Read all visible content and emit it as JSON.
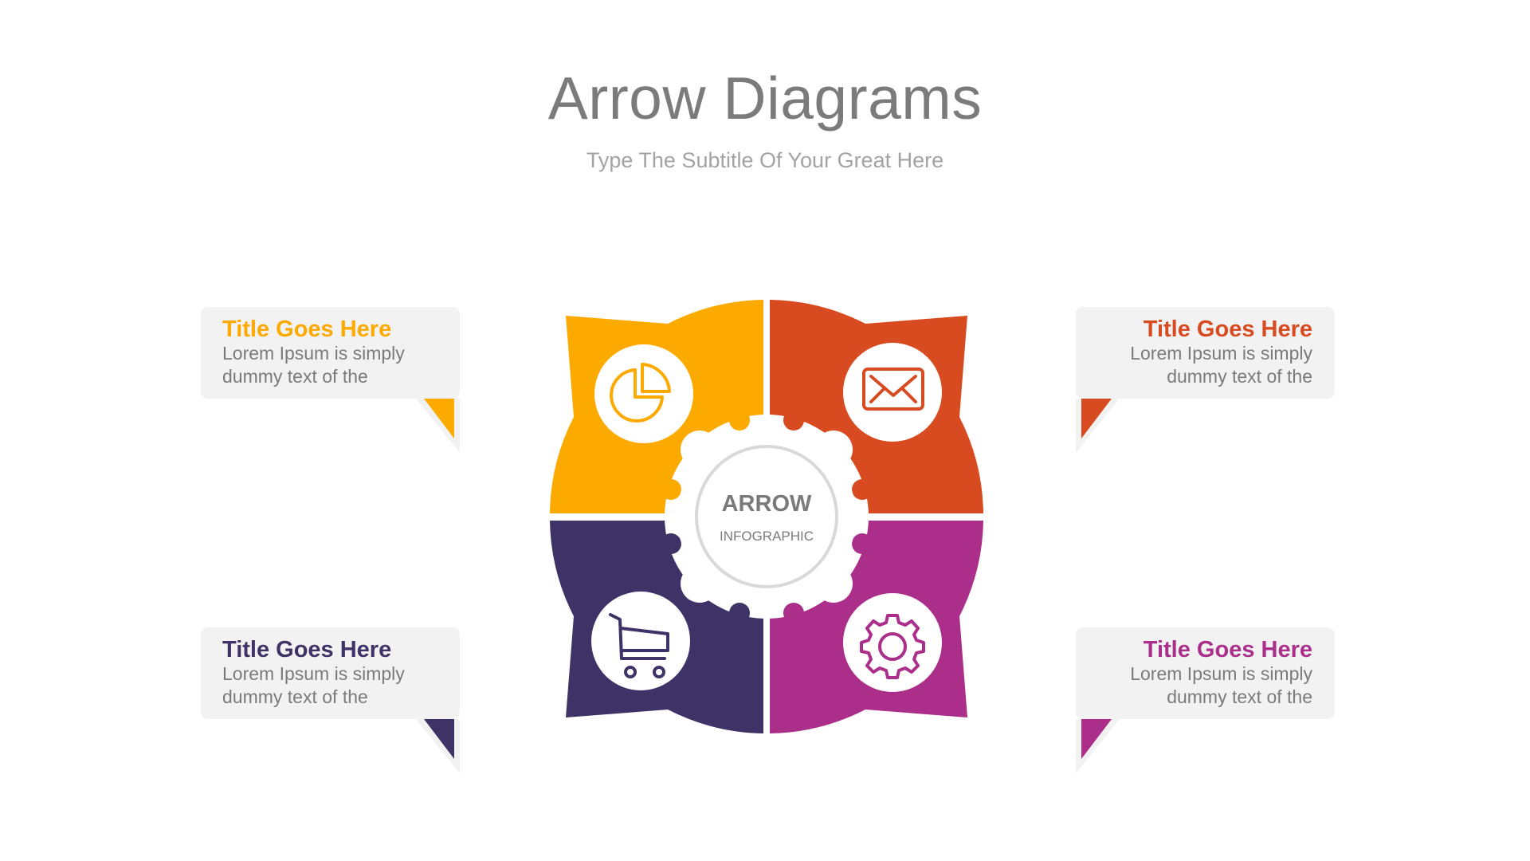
{
  "header": {
    "title": "Arrow Diagrams",
    "subtitle": "Type The Subtitle Of Your Great Here"
  },
  "center": {
    "main_label": "ARROW",
    "sub_label": "INFOGRAPHIC"
  },
  "colors": {
    "orange": "#FCA900",
    "red_orange": "#D84A20",
    "purple": "#3E3266",
    "magenta": "#AA2E8A",
    "callout_bg": "#F2F2F2",
    "text_gray": "#7A7A7A",
    "ring_gray": "#D9D9D9"
  },
  "segments": [
    {
      "position": "top-left",
      "color": "#FCA900",
      "icon": "pie-chart-icon"
    },
    {
      "position": "top-right",
      "color": "#D84A20",
      "icon": "envelope-icon"
    },
    {
      "position": "bottom-left",
      "color": "#3E3266",
      "icon": "shopping-cart-icon"
    },
    {
      "position": "bottom-right",
      "color": "#AA2E8A",
      "icon": "gear-icon"
    }
  ],
  "callouts": [
    {
      "position": "top-left",
      "title": "Title Goes Here",
      "line1": "Lorem Ipsum is simply",
      "line2": "dummy text of the",
      "color": "#FCA900"
    },
    {
      "position": "top-right",
      "title": "Title Goes Here",
      "line1": "Lorem Ipsum is simply",
      "line2": "dummy text of the",
      "color": "#D84A20"
    },
    {
      "position": "bottom-left",
      "title": "Title Goes Here",
      "line1": "Lorem Ipsum is simply",
      "line2": "dummy text of the",
      "color": "#3E3266"
    },
    {
      "position": "bottom-right",
      "title": "Title Goes Here",
      "line1": "Lorem Ipsum is simply",
      "line2": "dummy text of the",
      "color": "#AA2E8A"
    }
  ]
}
